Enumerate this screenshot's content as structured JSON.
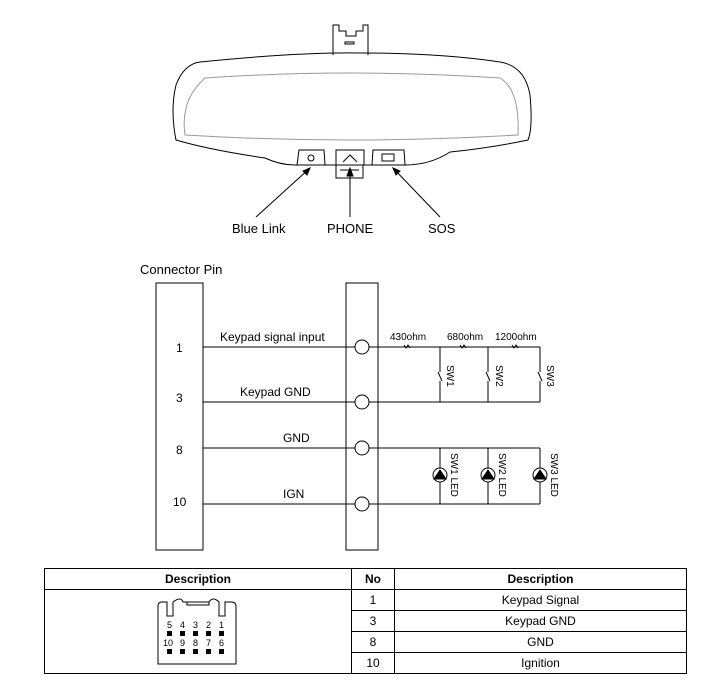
{
  "mirror": {
    "labels": [
      "Blue Link",
      "PHONE",
      "SOS"
    ]
  },
  "connector": {
    "title": "Connector Pin",
    "pins": [
      {
        "no": "1",
        "signal": "Keypad signal input"
      },
      {
        "no": "3",
        "signal": "Keypad GND"
      },
      {
        "no": "8",
        "signal": "GND"
      },
      {
        "no": "10",
        "signal": "IGN"
      }
    ],
    "resistors": [
      "430ohm",
      "680ohm",
      "1200ohm"
    ],
    "switches": [
      "SW1",
      "SW2",
      "SW3"
    ],
    "leds": [
      "SW1 LED",
      "SW2 LED",
      "SW3 LED"
    ]
  },
  "table": {
    "headers": [
      "Description",
      "No",
      "Description"
    ],
    "connector_pins_top": [
      "5",
      "4",
      "3",
      "2",
      "1"
    ],
    "connector_pins_bottom": [
      "10",
      "9",
      "8",
      "7",
      "6"
    ],
    "rows": [
      {
        "no": "1",
        "desc": "Keypad Signal"
      },
      {
        "no": "3",
        "desc": "Keypad GND"
      },
      {
        "no": "8",
        "desc": "GND"
      },
      {
        "no": "10",
        "desc": "Ignition"
      }
    ]
  }
}
